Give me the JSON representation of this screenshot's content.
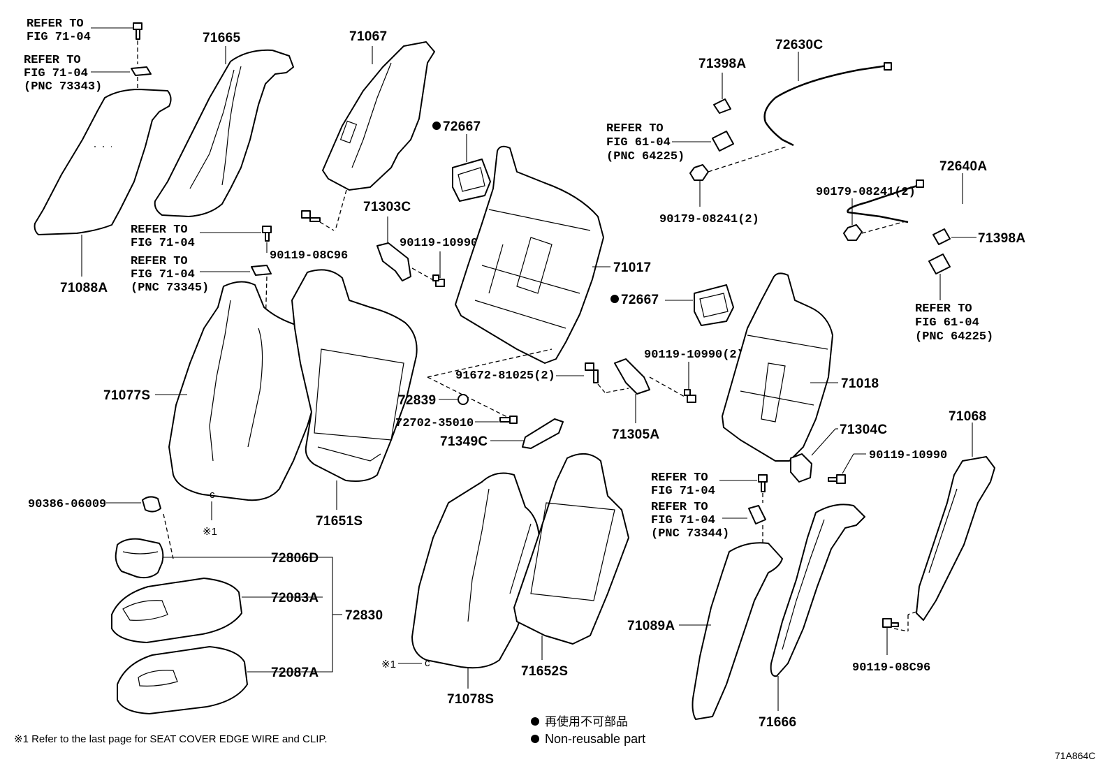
{
  "labels": {
    "refer_7104_a": [
      "REFER TO",
      "FIG 71-04"
    ],
    "refer_7104_pnc73343": [
      "REFER TO",
      "FIG 71-04",
      "(PNC 73343)"
    ],
    "p71665": "71665",
    "p71067": "71067",
    "p71088A": "71088A",
    "refer_7104_b": [
      "REFER TO",
      "FIG 71-04"
    ],
    "p90119_08C96_a": "90119-08C96",
    "refer_7104_pnc73345": [
      "REFER TO",
      "FIG 71-04",
      "(PNC 73345)"
    ],
    "p71303C": "71303C",
    "p90119_10990_a": "90119-10990",
    "p72667_a": "72667",
    "p71017": "71017",
    "p71398A_a": "71398A",
    "p72630C": "72630C",
    "refer_6104_pnc64225_a": [
      "REFER TO",
      "FIG 61-04",
      "(PNC 64225)"
    ],
    "p90179_08241_a": "90179-08241(2)",
    "p72640A": "72640A",
    "p90179_08241_b": "90179-08241(2)",
    "p71398A_b": "71398A",
    "refer_6104_pnc64225_b": [
      "REFER TO",
      "FIG 61-04",
      "(PNC 64225)"
    ],
    "p72667_b": "72667",
    "p90119_10990_2": "90119-10990(2)",
    "p91672_81025": "91672-81025(2)",
    "p71077S": "71077S",
    "p72839": "72839",
    "p72702_35010": "72702-35010",
    "p71349C": "71349C",
    "p71305A": "71305A",
    "p71018": "71018",
    "p71304C": "71304C",
    "p71068": "71068",
    "p90119_10990_b": "90119-10990",
    "p71651S": "71651S",
    "p90386_06009": "90386-06009",
    "note_mark_1": "※1",
    "refer_7104_c": [
      "REFER TO",
      "FIG 71-04"
    ],
    "refer_7104_pnc73344": [
      "REFER TO",
      "FIG 71-04",
      "(PNC 73344)"
    ],
    "p72806D": "72806D",
    "p72083A": "72083A",
    "p72830": "72830",
    "p72087A": "72087A",
    "p71089A": "71089A",
    "p71666": "71666",
    "p90119_08C96_b": "90119-08C96",
    "note_mark_2": "※1",
    "p71078S": "71078S",
    "p71652S": "71652S"
  },
  "legend": {
    "jp": "再使用不可部品",
    "en": "Non-reusable part"
  },
  "footnote": "※1 Refer to the last page for SEAT COVER EDGE WIRE and CLIP.",
  "diagram_code": "71A864C",
  "clip_mark": "c"
}
